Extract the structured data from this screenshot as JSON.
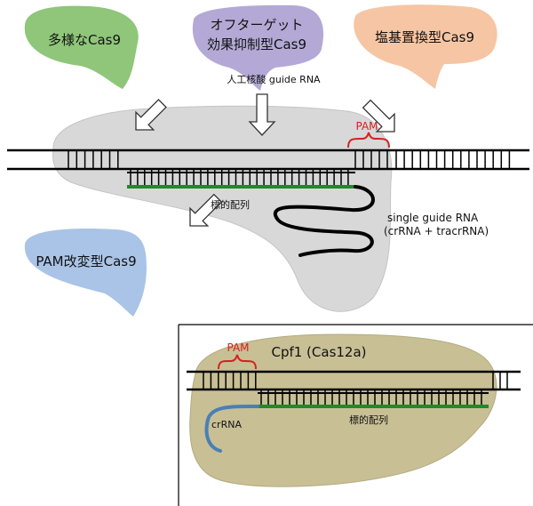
{
  "bubbles": {
    "diverse_cas9": "多様なCas9",
    "off_target_line1": "オフターゲット",
    "off_target_line2": "効果抑制型Cas9",
    "base_editor": "塩基置換型Cas9",
    "pam_modified": "PAM改変型Cas9"
  },
  "main": {
    "guide_label": "人工核酸 guide RNA",
    "pam_label": "PAM",
    "target_label": "標的配列",
    "sgrna_line1": "single guide RNA",
    "sgrna_line2": "(crRNA + tracrRNA)"
  },
  "inset": {
    "title": "Cpf1 (Cas12a)",
    "pam_label": "PAM",
    "crrna_label": "crRNA",
    "target_label": "標的配列"
  },
  "colors": {
    "green_bubble": "#8fc67a",
    "purple_bubble": "#b4a9d6",
    "orange_bubble": "#f6c5a3",
    "blue_bubble": "#a9c4e6",
    "cas9_body": "#d8d8d8",
    "cpf1_body": "#c8bf95",
    "guide_rna": "#1f8a2a",
    "pam_brace": "#d62020",
    "crrna": "#4a7fb5"
  }
}
